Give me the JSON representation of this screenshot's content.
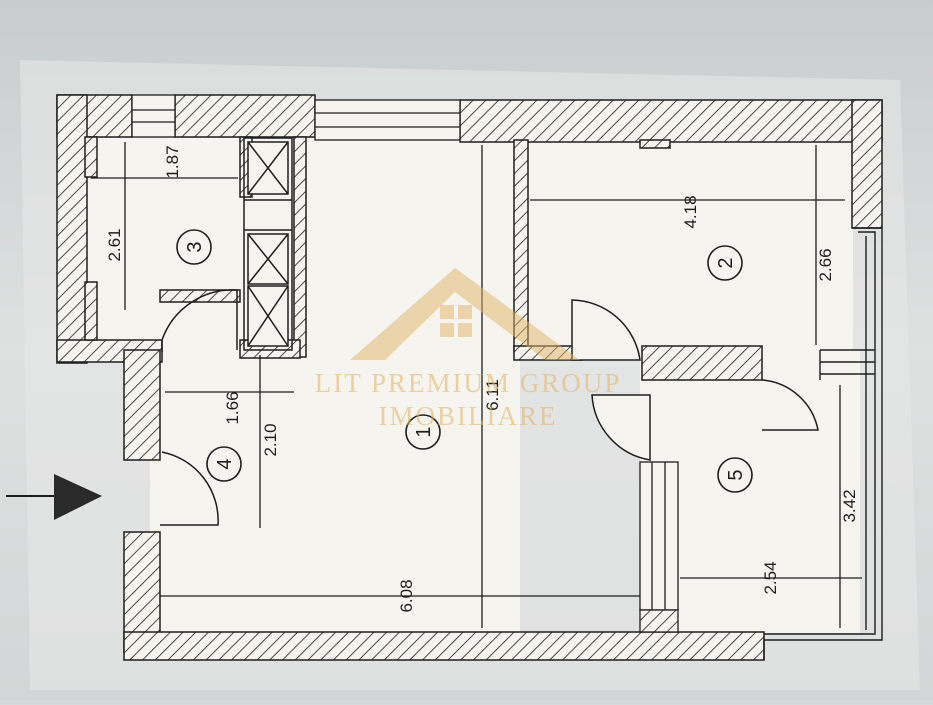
{
  "plan": {
    "rooms": [
      {
        "id": "room-1",
        "number": "1"
      },
      {
        "id": "room-2",
        "number": "2"
      },
      {
        "id": "room-3",
        "number": "3"
      },
      {
        "id": "room-4",
        "number": "4"
      },
      {
        "id": "room-5",
        "number": "5"
      }
    ],
    "dimensions": {
      "d_1_87": "1.87",
      "d_2_61": "2.61",
      "d_1_66": "1.66",
      "d_2_10": "2.10",
      "d_6_11": "6.11",
      "d_6_08": "6.08",
      "d_4_18": "4.18",
      "d_2_66": "2.66",
      "d_2_54": "2.54",
      "d_3_42": "3.42"
    }
  },
  "watermark": {
    "line1": "LIT PREMIUM GROUP",
    "line2": "IMOBILIARE"
  },
  "colors": {
    "paper": "#f5f4ef",
    "background": "#d6d8d9",
    "ink": "#1e1e1e",
    "watermark": "#e2b463"
  }
}
